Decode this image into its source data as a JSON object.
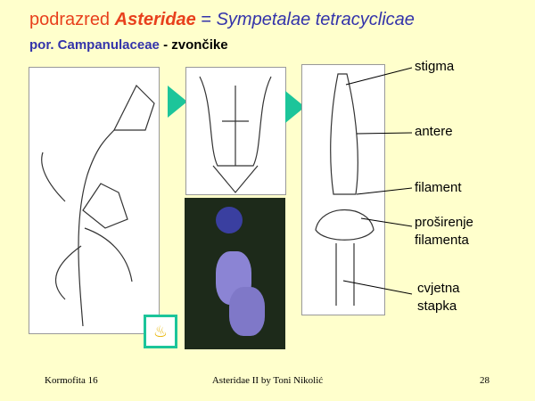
{
  "title": {
    "prefix": "podrazred ",
    "taxon": "Asteridae",
    "equals": " = ",
    "synonym": "Sympetalae tetracyclicae"
  },
  "subtitle": {
    "family": "por. Campanulaceae",
    "common": " - zvončike"
  },
  "labels": {
    "stigma": "stigma",
    "antere": "antere",
    "filament": "filament",
    "prosirenje_1": "proširenje",
    "prosirenje_2": "filamenta",
    "cvjetna_1": "cvjetna",
    "cvjetna_2": "stapka"
  },
  "footer": {
    "left": "Kormofita 16",
    "center": "Asteridae II by Toni Nikolić",
    "right": "28"
  },
  "colors": {
    "background": "#FFFFCC",
    "accent": "#1CC59A",
    "title_red": "#E8401C",
    "title_blue": "#3333AA"
  }
}
